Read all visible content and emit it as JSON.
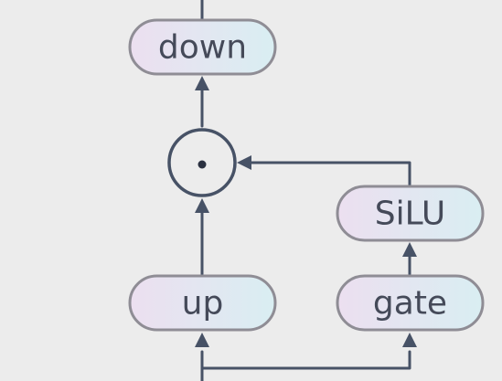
{
  "diagram": {
    "nodes": {
      "down": "down",
      "silu": "SiLU",
      "up": "up",
      "gate": "gate"
    },
    "operator": {
      "symbol": "elementwise-multiply"
    }
  },
  "colors": {
    "background": "#ececec",
    "box_fill_left": "#ecdff0",
    "box_fill_right": "#d9eef2",
    "box_stroke": "#8f8d95",
    "text": "#454a59",
    "line": "#475266"
  }
}
